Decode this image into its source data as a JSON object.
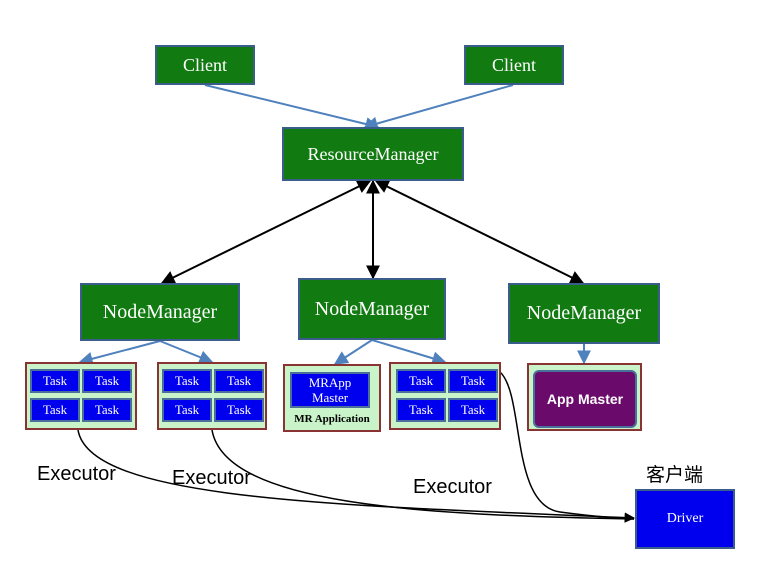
{
  "clients": [
    "Client",
    "Client"
  ],
  "resource_manager": "ResourceManager",
  "node_managers": [
    "NodeManager",
    "NodeManager",
    "NodeManager"
  ],
  "task_label": "Task",
  "mr_app_master": {
    "line1": "MRApp",
    "line2": "Master"
  },
  "mr_application": "MR Application",
  "app_master": "App Master",
  "executors": [
    "Executor",
    "Executor",
    "Executor"
  ],
  "client_side_label": "客户端",
  "driver": "Driver",
  "colors": {
    "node_green": "#117a11",
    "task_blue": "#0000ee",
    "app_master_purple": "#6a0a6a",
    "group_fill": "#c9f3c9",
    "group_border": "#8a3333",
    "link_blue": "#4f81bd"
  }
}
